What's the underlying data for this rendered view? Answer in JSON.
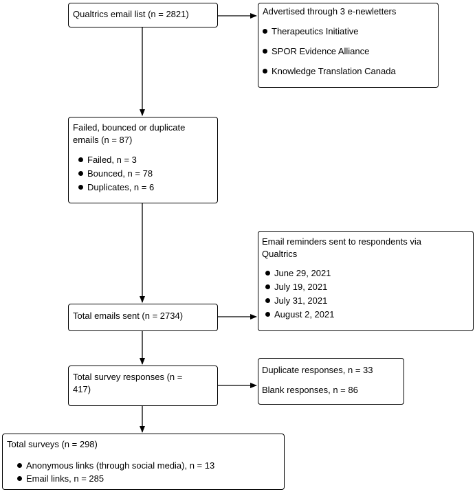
{
  "email_list": {
    "title": "Qualtrics email list (n = 2821)"
  },
  "advertised": {
    "title": "Advertised through 3 e-newletters",
    "items": [
      "Therapeutics Initiative",
      "SPOR Evidence Alliance",
      "Knowledge Translation Canada"
    ]
  },
  "failed": {
    "title_line1": "Failed, bounced or duplicate",
    "title_line2": "emails (n = 87)",
    "items": [
      "Failed, n = 3",
      "Bounced, n = 78",
      "Duplicates, n = 6"
    ]
  },
  "reminders": {
    "title_line1": "Email reminders sent to respondents via",
    "title_line2": "Qualtrics",
    "items": [
      "June 29, 2021",
      "July 19, 2021",
      "July 31, 2021",
      "August 2, 2021"
    ]
  },
  "total_sent": {
    "title": "Total emails sent (n = 2734)"
  },
  "responses": {
    "title_line1": "Total survey responses (n =",
    "title_line2": "417)"
  },
  "excluded": {
    "items": [
      "Duplicate responses, n = 33",
      "Blank responses, n = 86"
    ]
  },
  "total_surveys": {
    "title": "Total surveys (n = 298)",
    "items": [
      "Anonymous links (through social media), n = 13",
      "Email links, n = 285"
    ]
  }
}
